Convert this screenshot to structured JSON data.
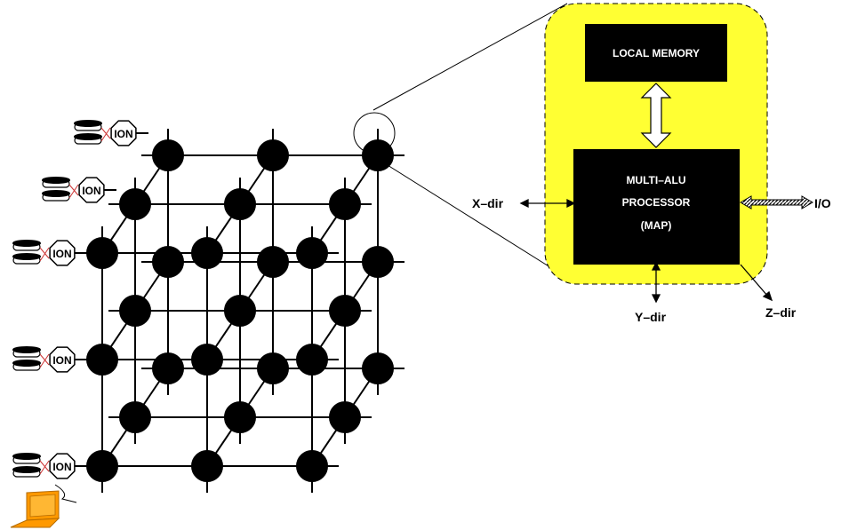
{
  "detail": {
    "memory_label": "LOCAL MEMORY",
    "processor_lines": [
      "MULTI–ALU",
      "PROCESSOR",
      "(MAP)"
    ],
    "x_dir": "X–dir",
    "y_dir": "Y–dir",
    "z_dir": "Z–dir",
    "io": "I/O",
    "highlight_color": "#ffff33"
  },
  "lattice": {
    "ion_label": "ION",
    "ion_count": 5,
    "terminal_icon": "laptop-icon",
    "disk_icon": "disk-stack-icon"
  }
}
